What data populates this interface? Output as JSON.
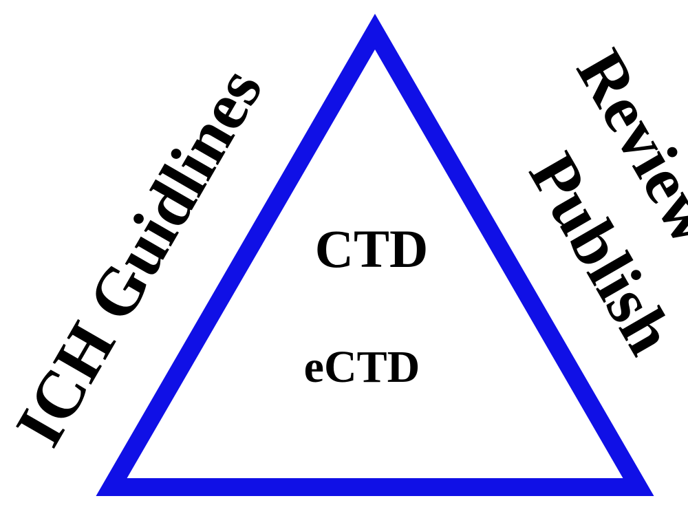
{
  "diagram": {
    "left_side_label": "ICH Guidlines",
    "right_side_label_line1": "Review &",
    "right_side_label_line2": "Publish",
    "center_label_top": "CTD",
    "center_label_bottom": "eCTD"
  },
  "colors": {
    "triangle_stroke": "#1010e6",
    "text": "#000000",
    "background": "#ffffff"
  }
}
